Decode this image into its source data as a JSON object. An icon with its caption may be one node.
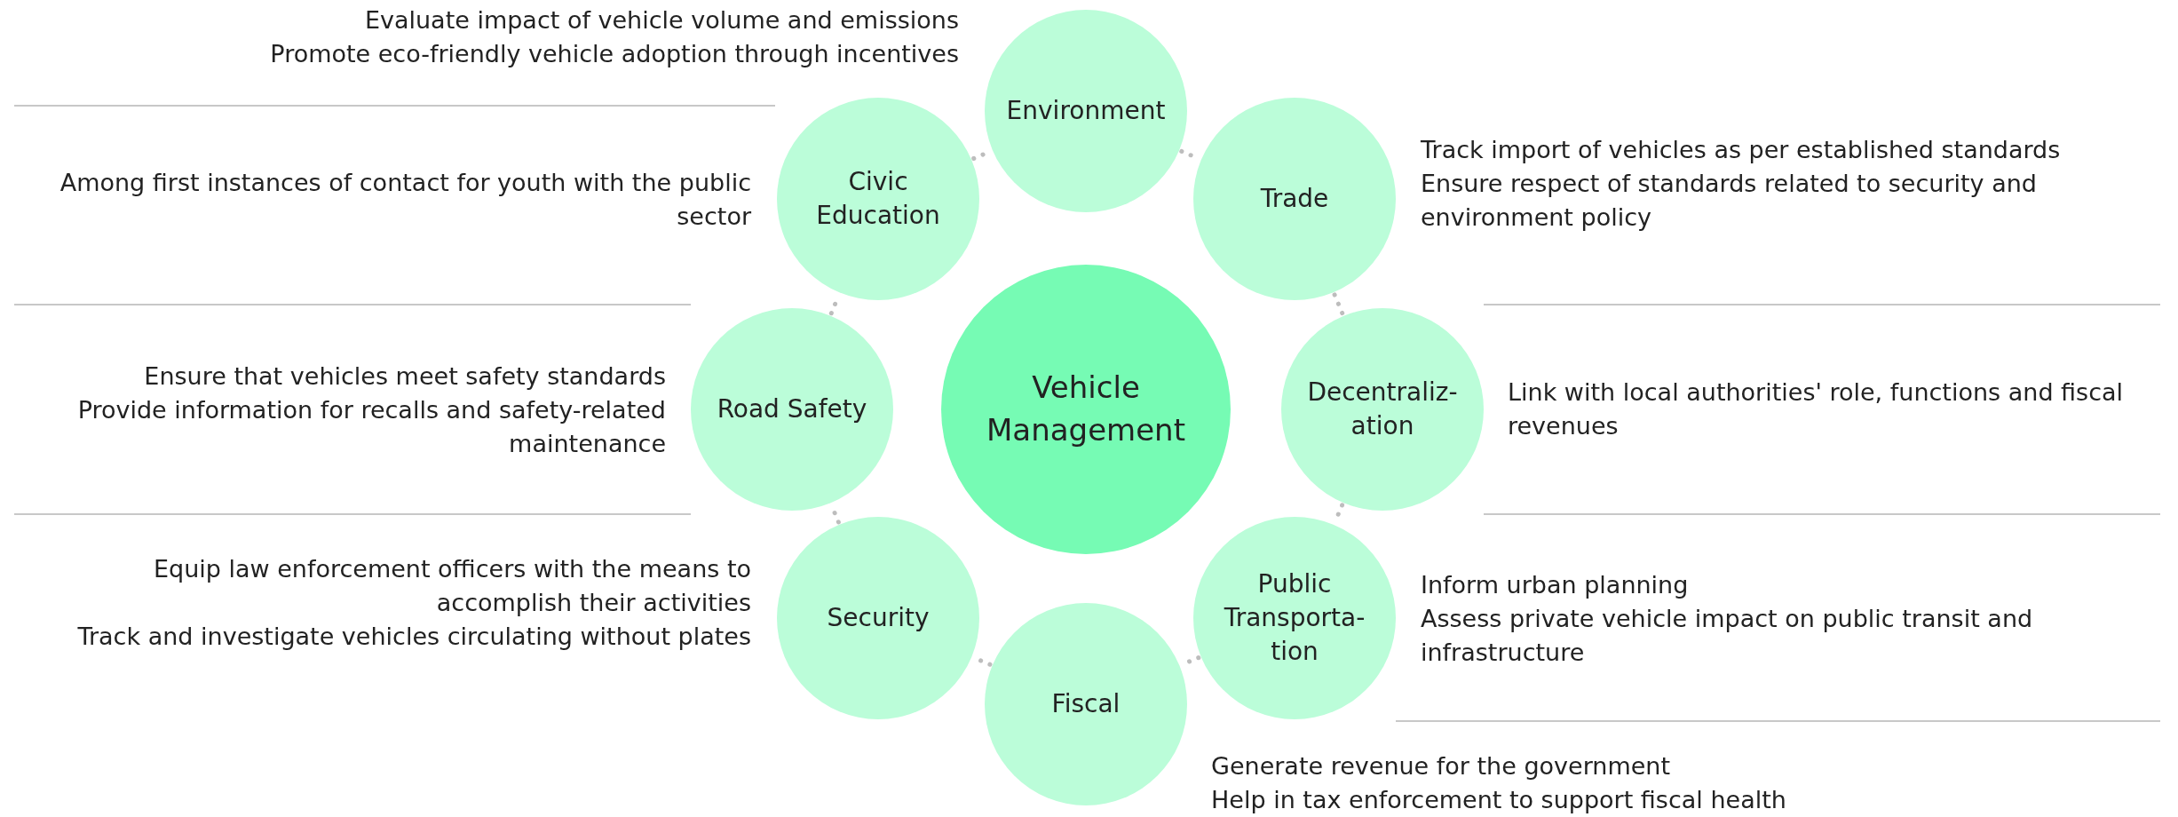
{
  "diagram": {
    "nodes": [
      {
        "text": [
          "Vehicle Management"
        ]
      },
      {
        "text": [
          "Environment"
        ],
        "beside": [
          "Evaluate impact of vehicle volume and emissions",
          "Promote eco-friendly vehicle adoption through incentives"
        ]
      },
      {
        "text": [
          "Trade"
        ],
        "beside": [
          "Track import of vehicles as per established standards",
          "Ensure respect of standards related to security and environment policy"
        ]
      },
      {
        "text": [
          "Decentraliz- ation"
        ],
        "beside": [
          "Link with local authorities' role, functions and fiscal revenues"
        ]
      },
      {
        "text": [
          "Public Transporta- tion"
        ],
        "beside": [
          "Inform urban planning",
          "Assess private vehicle impact on public transit and infrastructure"
        ]
      },
      {
        "text": [
          "Fiscal"
        ],
        "beside": [
          "Generate revenue for the government",
          "Help in tax enforcement to support fiscal health"
        ]
      },
      {
        "text": [
          "Security"
        ],
        "beside": [
          "Equip law enforcement officers with the means to accomplish their activities",
          "Track and investigate vehicles circulating without plates"
        ]
      },
      {
        "text": [
          "Road Safety"
        ],
        "beside": [
          "Ensure that vehicles meet safety standards",
          "Provide information for recalls and safety-related maintenance"
        ]
      },
      {
        "text": [
          "Civic Education"
        ],
        "beside": [
          "Among first instances of contact for youth with the public sector"
        ]
      }
    ],
    "edges": [
      {
        "from": 1,
        "to": 2,
        "arrow": "none",
        "style": "dashed"
      },
      {
        "from": 2,
        "to": 3,
        "arrow": "none",
        "style": "dashed"
      },
      {
        "from": 3,
        "to": 4,
        "arrow": "none",
        "style": "dashed"
      },
      {
        "from": 4,
        "to": 5,
        "arrow": "none",
        "style": "dashed"
      },
      {
        "from": 5,
        "to": 6,
        "arrow": "none",
        "style": "dashed"
      },
      {
        "from": 6,
        "to": 7,
        "arrow": "none",
        "style": "dashed"
      },
      {
        "from": 7,
        "to": 8,
        "arrow": "none",
        "style": "dashed"
      },
      {
        "from": 8,
        "to": 1,
        "arrow": "none",
        "style": "dashed"
      }
    ]
  }
}
